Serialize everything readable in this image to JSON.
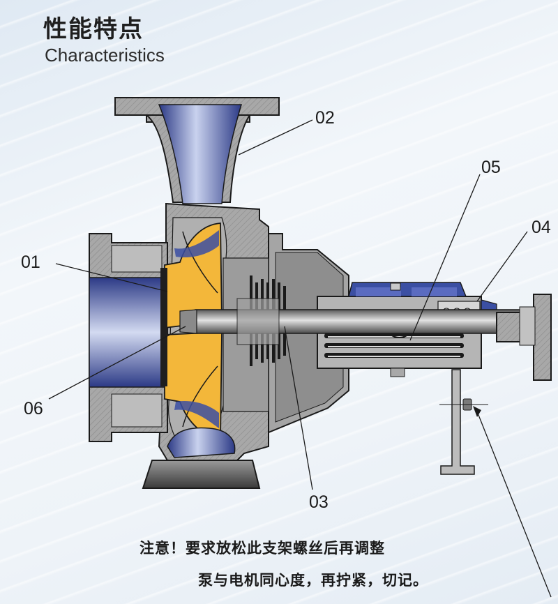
{
  "header": {
    "title_cn": "性能特点",
    "title_en": "Characteristics"
  },
  "callouts": {
    "c01": "01",
    "c02": "02",
    "c03": "03",
    "c04": "04",
    "c05": "05",
    "c06": "06"
  },
  "note": {
    "line1": "注意！要求放松此支架螺丝后再调整",
    "line2": "泵与电机同心度，再拧紧，切记。"
  },
  "colors": {
    "casing": "#a9a9a9",
    "casing_dark": "#6e6e6e",
    "impeller": "#f3b73a",
    "fluid_blue": "#3b4fa3",
    "outline": "#1a1a1a"
  }
}
